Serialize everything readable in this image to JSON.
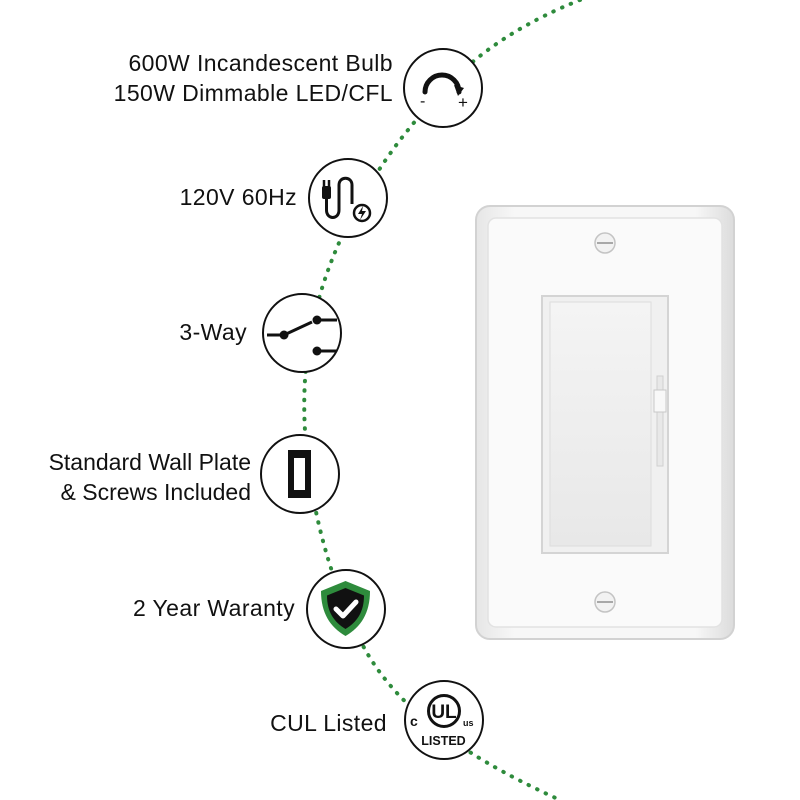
{
  "features": [
    {
      "lines": [
        "600W Incandescent Bulb",
        "150W Dimmable LED/CFL"
      ],
      "icon": "dimmer-dial-icon"
    },
    {
      "lines": [
        "120V  60Hz"
      ],
      "icon": "power-plug-icon"
    },
    {
      "lines": [
        "3-Way"
      ],
      "icon": "three-way-switch-icon"
    },
    {
      "lines": [
        "Standard Wall Plate",
        "& Screws Included"
      ],
      "icon": "wall-plate-icon"
    },
    {
      "lines": [
        "2 Year Waranty"
      ],
      "icon": "shield-check-icon"
    },
    {
      "lines": [
        "CUL Listed"
      ],
      "icon": "ul-listed-icon"
    }
  ],
  "dial_labels": {
    "minus": "-",
    "plus": "+"
  },
  "ul_badge": {
    "c": "c",
    "ul": "UL",
    "us": "us",
    "listed": "LISTED"
  },
  "colors": {
    "accent_green": "#2e8b3c",
    "dots": "#2e8b3c",
    "icon_stroke": "#111111"
  }
}
